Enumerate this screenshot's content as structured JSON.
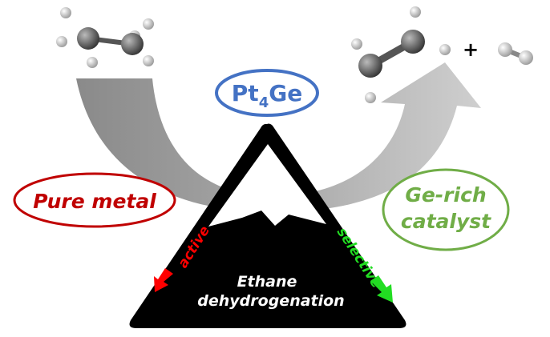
{
  "catalyst_label": {
    "main": "Pt",
    "sub": "4",
    "tail": "Ge"
  },
  "left_label": "Pure metal",
  "right_label": {
    "line1": "Ge-rich",
    "line2": "catalyst"
  },
  "plus": "+",
  "mountain": {
    "line1": "Ethane",
    "line2": "dehydrogenation",
    "left_side": "active",
    "right_side": "selective"
  },
  "colors": {
    "blue": "#4472C4",
    "red": "#C00000",
    "green": "#70AD47",
    "bright_red": "#FF0000",
    "bright_green": "#22DD22",
    "arc": "#B0B0B0"
  }
}
